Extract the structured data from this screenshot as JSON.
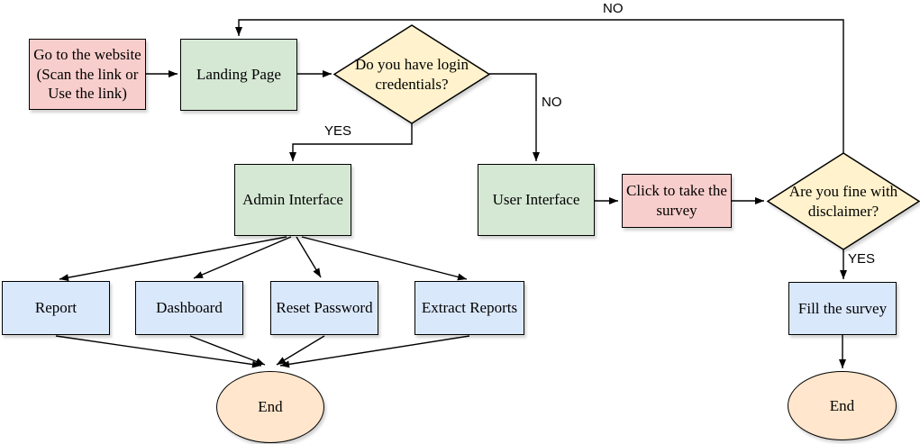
{
  "diagram_type": "flowchart",
  "colors": {
    "process_pink_fill": "#f8cecc",
    "process_green_fill": "#d5e8d4",
    "decision_yellow_fill": "#fff2cc",
    "task_blue_fill": "#dae8fc",
    "terminal_orange_fill": "#ffe6cc",
    "stroke": "#000000",
    "background": "#ffffff"
  },
  "nodes": {
    "go_to_website": {
      "label": "Go to the website\n(Scan the link or\nUse the link)",
      "shape": "rectangle",
      "fill": "#f8cecc"
    },
    "landing_page": {
      "label": "Landing Page",
      "shape": "rectangle",
      "fill": "#d5e8d4"
    },
    "login_decision": {
      "label": "Do you have login\ncredentials?",
      "shape": "diamond",
      "fill": "#fff2cc"
    },
    "admin_interface": {
      "label": "Admin Interface",
      "shape": "rectangle",
      "fill": "#d5e8d4"
    },
    "user_interface": {
      "label": "User Interface",
      "shape": "rectangle",
      "fill": "#d5e8d4"
    },
    "click_to_take_survey": {
      "label": "Click to take the\nsurvey",
      "shape": "rectangle",
      "fill": "#f8cecc"
    },
    "disclaimer_decision": {
      "label": "Are you fine with\ndisclaimer?",
      "shape": "diamond",
      "fill": "#fff2cc"
    },
    "fill_the_survey": {
      "label": "Fill the survey",
      "shape": "rectangle",
      "fill": "#dae8fc"
    },
    "report": {
      "label": "Report",
      "shape": "rectangle",
      "fill": "#dae8fc"
    },
    "dashboard": {
      "label": "Dashboard",
      "shape": "rectangle",
      "fill": "#dae8fc"
    },
    "reset_password": {
      "label": "Reset Password",
      "shape": "rectangle",
      "fill": "#dae8fc"
    },
    "extract_reports": {
      "label": "Extract Reports",
      "shape": "rectangle",
      "fill": "#dae8fc"
    },
    "end_left": {
      "label": "End",
      "shape": "ellipse",
      "fill": "#ffe6cc"
    },
    "end_right": {
      "label": "End",
      "shape": "ellipse",
      "fill": "#ffe6cc"
    }
  },
  "edge_labels": {
    "login_yes": "YES",
    "login_no": "NO",
    "disclaimer_yes": "YES",
    "disclaimer_no": "NO"
  },
  "edges": [
    {
      "from": "go_to_website",
      "to": "landing_page",
      "label": ""
    },
    {
      "from": "landing_page",
      "to": "login_decision",
      "label": ""
    },
    {
      "from": "login_decision",
      "to": "admin_interface",
      "label": "YES"
    },
    {
      "from": "login_decision",
      "to": "user_interface",
      "label": "NO"
    },
    {
      "from": "admin_interface",
      "to": "report",
      "label": ""
    },
    {
      "from": "admin_interface",
      "to": "dashboard",
      "label": ""
    },
    {
      "from": "admin_interface",
      "to": "reset_password",
      "label": ""
    },
    {
      "from": "admin_interface",
      "to": "extract_reports",
      "label": ""
    },
    {
      "from": "report",
      "to": "end_left",
      "label": ""
    },
    {
      "from": "dashboard",
      "to": "end_left",
      "label": ""
    },
    {
      "from": "reset_password",
      "to": "end_left",
      "label": ""
    },
    {
      "from": "extract_reports",
      "to": "end_left",
      "label": ""
    },
    {
      "from": "user_interface",
      "to": "click_to_take_survey",
      "label": ""
    },
    {
      "from": "click_to_take_survey",
      "to": "disclaimer_decision",
      "label": ""
    },
    {
      "from": "disclaimer_decision",
      "to": "fill_the_survey",
      "label": "YES"
    },
    {
      "from": "disclaimer_decision",
      "to": "landing_page",
      "label": "NO"
    },
    {
      "from": "fill_the_survey",
      "to": "end_right",
      "label": ""
    }
  ]
}
